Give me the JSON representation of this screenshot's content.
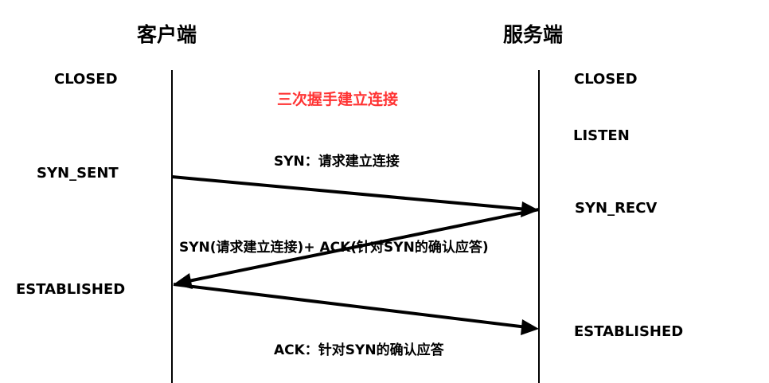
{
  "headers": {
    "client": "客户端",
    "server": "服务端"
  },
  "title": {
    "text": "三次握手建立连接",
    "color": "#ff3333"
  },
  "client_states": {
    "closed": "CLOSED",
    "syn_sent": "SYN_SENT",
    "established": "ESTABLISHED"
  },
  "server_states": {
    "closed": "CLOSED",
    "listen": "LISTEN",
    "syn_recv": "SYN_RECV",
    "established": "ESTABLISHED"
  },
  "messages": {
    "syn": "SYN：请求建立连接",
    "syn_ack": "SYN(请求建立连接)+ ACK(针对SYN的确认应答)",
    "ack": "ACK：针对SYN的确认应答"
  }
}
